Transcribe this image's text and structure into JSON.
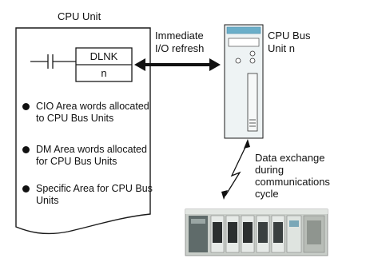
{
  "cpu_unit": {
    "title": "CPU Unit",
    "instruction": {
      "mnemonic": "DLNK",
      "operand": "n"
    },
    "bullets": [
      "CIO Area words allocated to CPU Bus Units",
      "DM Area words allocated for CPU Bus Units",
      "Specific Area for CPU Bus Units"
    ]
  },
  "arrow_label": {
    "line1": "Immediate",
    "line2": "I/O refresh"
  },
  "cpu_bus_unit": {
    "line1": "CPU Bus",
    "line2": "Unit n"
  },
  "exchange_label": {
    "line1": "Data exchange",
    "line2": "during",
    "line3": "communications",
    "line4": "cycle"
  },
  "colors": {
    "stroke": "#1a1a1a",
    "unit_body": "#eef3f4",
    "unit_stripe": "#6aaec9",
    "plc_body": "#cfd4cf"
  }
}
